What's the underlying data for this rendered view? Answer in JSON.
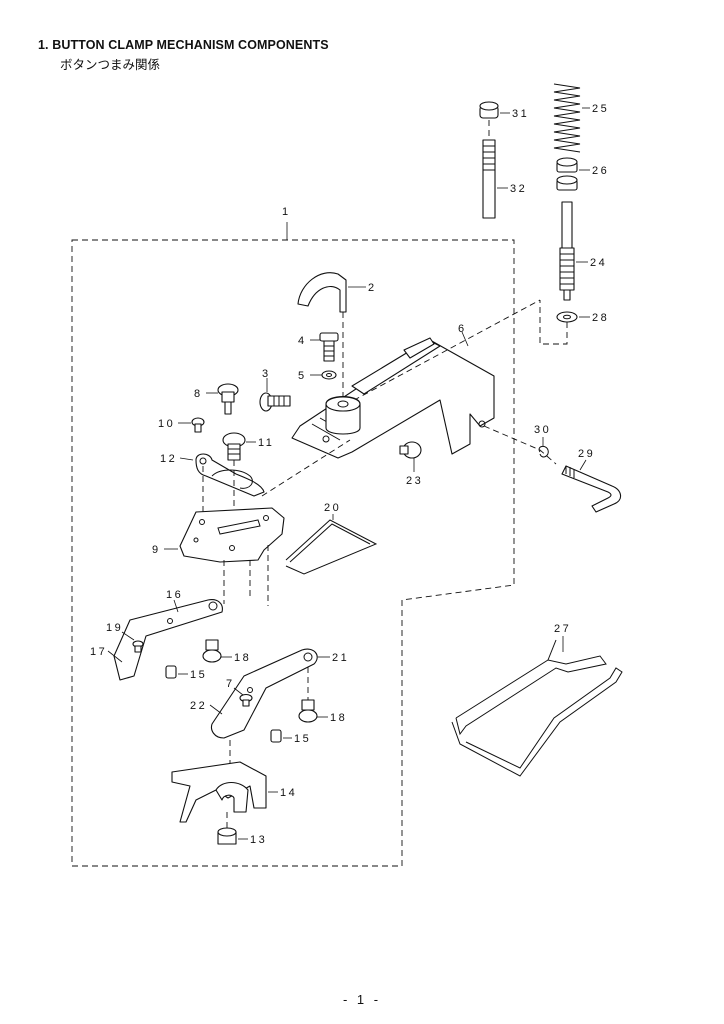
{
  "header": {
    "title": "1.  BUTTON CLAMP MECHANISM COMPONENTS",
    "subtitle": "ボタンつまみ関係"
  },
  "footer": {
    "page_number": "- 1 -"
  },
  "callouts": {
    "p1": "1",
    "p2": "2",
    "p3": "3",
    "p4": "4",
    "p5": "5",
    "p6": "6",
    "p7": "7",
    "p8": "8",
    "p9": "9",
    "p10": "10",
    "p11": "11",
    "p12": "12",
    "p13": "13",
    "p14": "14",
    "p15a": "15",
    "p15b": "15",
    "p16": "16",
    "p17": "17",
    "p18a": "18",
    "p18b": "18",
    "p19": "19",
    "p20": "20",
    "p21": "21",
    "p22": "22",
    "p23": "23",
    "p24": "24",
    "p25": "25",
    "p26": "26",
    "p27": "27",
    "p28": "28",
    "p29": "29",
    "p30": "30",
    "p31": "31",
    "p32": "32"
  }
}
